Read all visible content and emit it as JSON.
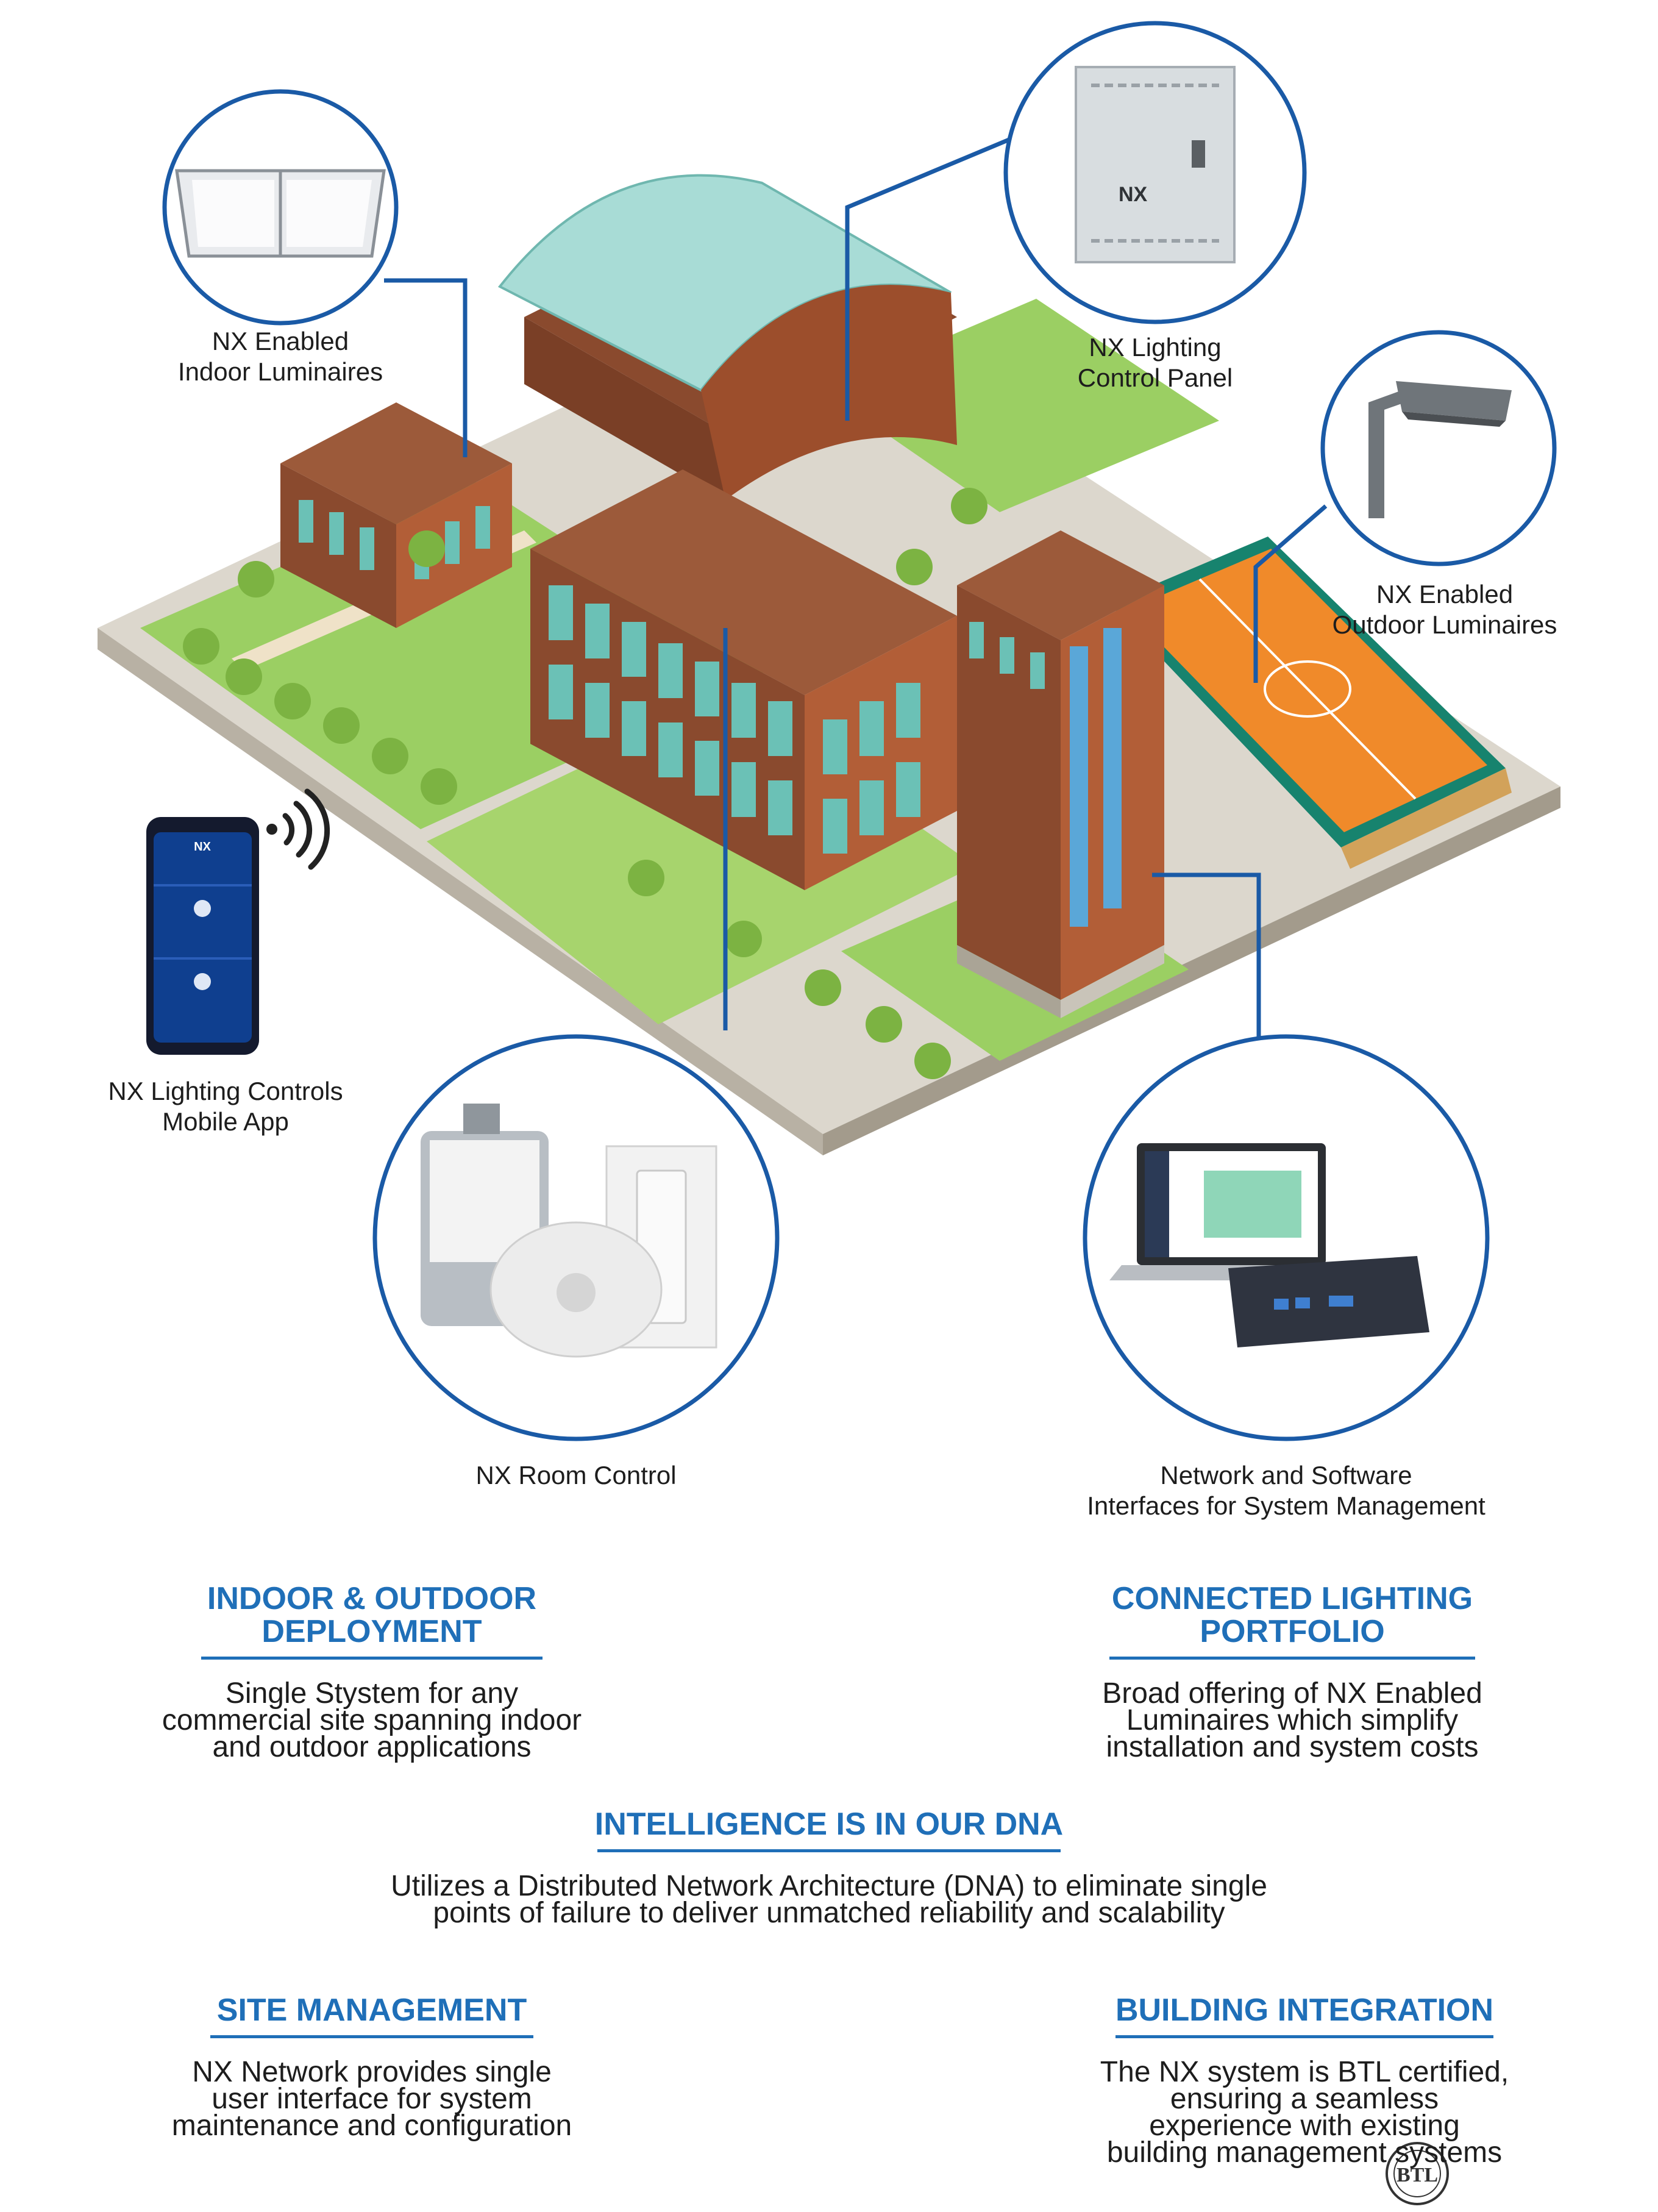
{
  "callouts": {
    "indoor_luminaires": [
      "NX Enabled",
      "Indoor Luminaires"
    ],
    "control_panel": [
      "NX Lighting",
      "Control Panel"
    ],
    "outdoor_luminaires": [
      "NX Enabled",
      "Outdoor Luminaires"
    ],
    "mobile_app": [
      "NX Lighting Controls",
      "Mobile App"
    ],
    "room_control": [
      "NX Room Control"
    ],
    "network_software": [
      "Network and Software",
      "Interfaces for System Management"
    ]
  },
  "features": {
    "indoor_outdoor": {
      "title": [
        "INDOOR & OUTDOOR",
        "DEPLOYMENT"
      ],
      "body": [
        "Single Stystem for any",
        "commercial site spanning indoor",
        "and outdoor applications"
      ]
    },
    "connected_portfolio": {
      "title": [
        "CONNECTED LIGHTING",
        "PORTFOLIO"
      ],
      "body": [
        "Broad offering of NX Enabled",
        "Luminaires which simplify",
        "installation and system costs"
      ]
    },
    "intelligence_dna": {
      "title": [
        "INTELLIGENCE IS IN OUR DNA"
      ],
      "body": [
        "Utilizes a Distributed Network Architecture (DNA) to eliminate single",
        "points of failure to deliver unmatched reliability and scalability"
      ]
    },
    "site_management": {
      "title": [
        "SITE MANAGEMENT"
      ],
      "body": [
        "NX Network provides single",
        "user interface for system",
        "maintenance and configuration"
      ]
    },
    "building_integration": {
      "title": [
        "BUILDING INTEGRATION"
      ],
      "body": [
        "The NX system is BTL certified,",
        "ensuring a seamless",
        "experience with existing",
        "building management systems"
      ]
    }
  },
  "logos": {
    "nx": "NX",
    "btl": "BTL"
  },
  "colors": {
    "accent_blue": "#1f6fb8",
    "callout_line": "#1a5aa6",
    "brick": "#8a4a2e",
    "grass": "#9bcf63",
    "court": "#f08a2a"
  },
  "icons": [
    "wifi-signal-icon",
    "btl-certification-seal"
  ]
}
